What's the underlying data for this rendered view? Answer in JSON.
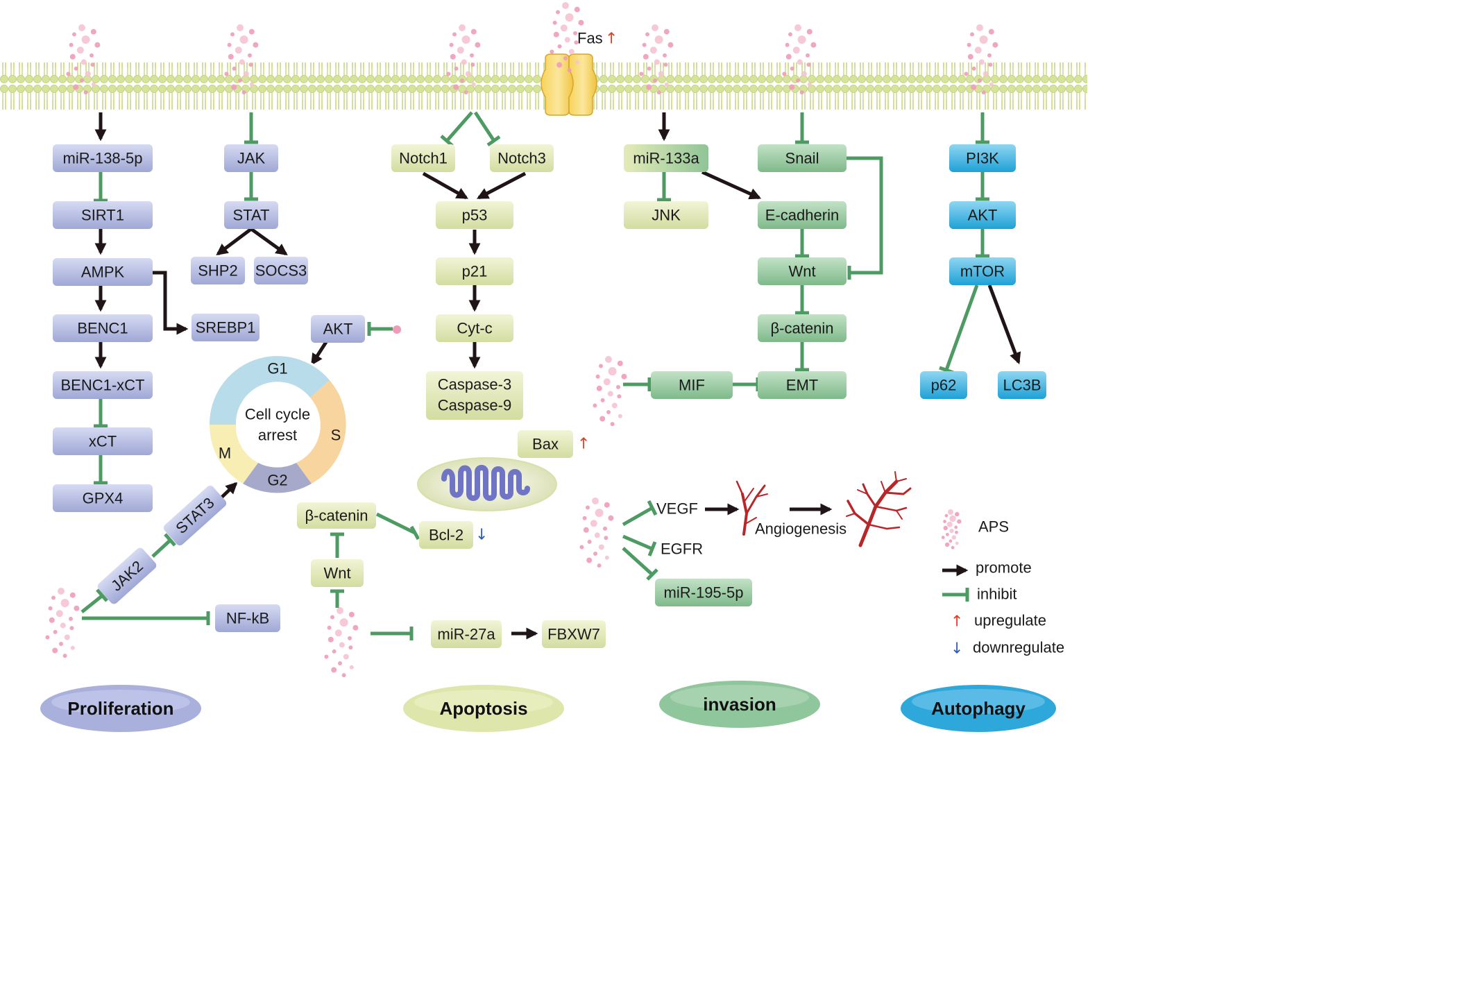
{
  "membrane": {
    "receptor_label": "Fas",
    "receptor_mark": "↑"
  },
  "proliferation": {
    "chain": [
      "miR-138-5p",
      "SIRT1",
      "AMPK",
      "BENC1",
      "BENC1-xCT",
      "xCT",
      "GPX4"
    ],
    "jak": "JAK",
    "stat": "STAT",
    "shp2": "SHP2",
    "socs3": "SOCS3",
    "srebp1": "SREBP1",
    "akt": "AKT",
    "jak2": "JAK2",
    "stat3": "STAT3",
    "nfkb": "NF-kB"
  },
  "cell_cycle": {
    "center_line1": "Cell cycle",
    "center_line2": "arrest",
    "g1": "G1",
    "s": "S",
    "g2": "G2",
    "m": "M"
  },
  "apoptosis": {
    "notch1": "Notch1",
    "notch3": "Notch3",
    "p53": "p53",
    "p21": "p21",
    "cytc": "Cyt-c",
    "caspase3": "Caspase-3",
    "caspase9": "Caspase-9",
    "bax": "Bax",
    "bax_mark": "↑",
    "bcl2": "Bcl-2",
    "bcl2_mark": "↓",
    "bcatenin": "β-catenin",
    "wnt": "Wnt",
    "mir27a": "miR-27a",
    "fbxw7": "FBXW7"
  },
  "invasion": {
    "mir133a": "miR-133a",
    "jnk": "JNK",
    "snail": "Snail",
    "ecadherin": "E-cadherin",
    "wnt": "Wnt",
    "bcatenin": "β-catenin",
    "emt": "EMT",
    "mif": "MIF",
    "vegf": "VEGF",
    "egfr": "EGFR",
    "mir195": "miR-195-5p",
    "angiogenesis": "Angiogenesis"
  },
  "autophagy": {
    "pi3k": "PI3K",
    "akt": "AKT",
    "mtor": "mTOR",
    "p62": "p62",
    "lc3b": "LC3B"
  },
  "legend": {
    "aps": "APS",
    "promote": "promote",
    "inhibit": "inhibit",
    "upregulate": "upregulate",
    "downregulate": "downregulate",
    "up_mark": "↑",
    "down_mark": "↓"
  },
  "categories": {
    "proliferation": "Proliferation",
    "apoptosis": "Apoptosis",
    "invasion": "invasion",
    "autophagy": "Autophagy"
  },
  "colors": {
    "purple": "#b9c0e4",
    "yellow": "#e5ebbc",
    "green": "#9fcca6",
    "blue": "#3fb2de",
    "inhibit": "#4d9a63",
    "promote": "#1f1416",
    "membrane": "#d7e49c",
    "up": "#e23d1f",
    "down": "#2a5bb5"
  }
}
